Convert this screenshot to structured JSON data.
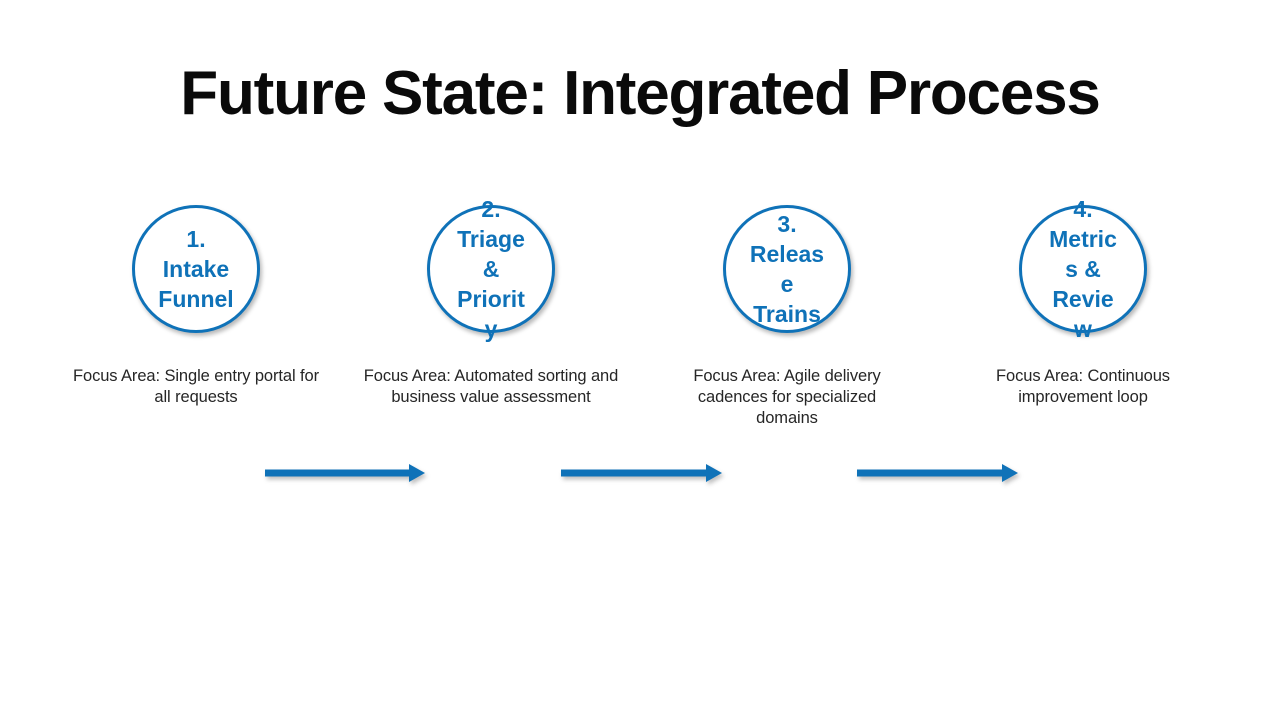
{
  "slide": {
    "title": "Future State: Integrated Process",
    "background_color": "#ffffff",
    "accent_color": "#0f72b8",
    "text_color": "#262626",
    "title_color": "#0a0a0a"
  },
  "steps": [
    {
      "number": "1.",
      "name": "Intake Funnel",
      "label": "1. Intake Funnel",
      "caption": "Focus Area: Single entry portal for all requests"
    },
    {
      "number": "2.",
      "name": "Triage & Priority",
      "label": "2. Triage & Priority",
      "caption": "Focus Area: Automated sorting and business value assessment"
    },
    {
      "number": "3.",
      "name": "Release Trains",
      "label": "3. Release Trains",
      "caption": "Focus Area: Agile delivery cadences for specialized domains"
    },
    {
      "number": "4.",
      "name": "Metrics & Review",
      "label": "4. Metrics & Review",
      "caption": "Focus Area: Continuous improvement loop"
    }
  ],
  "connectors": [
    {
      "from": "1. Intake Funnel",
      "to": "2. Triage & Priority",
      "direction": "right"
    },
    {
      "from": "2. Triage & Priority",
      "to": "3. Release Trains",
      "direction": "right"
    },
    {
      "from": "3. Release Trains",
      "to": "4. Metrics & Review",
      "direction": "right"
    }
  ]
}
